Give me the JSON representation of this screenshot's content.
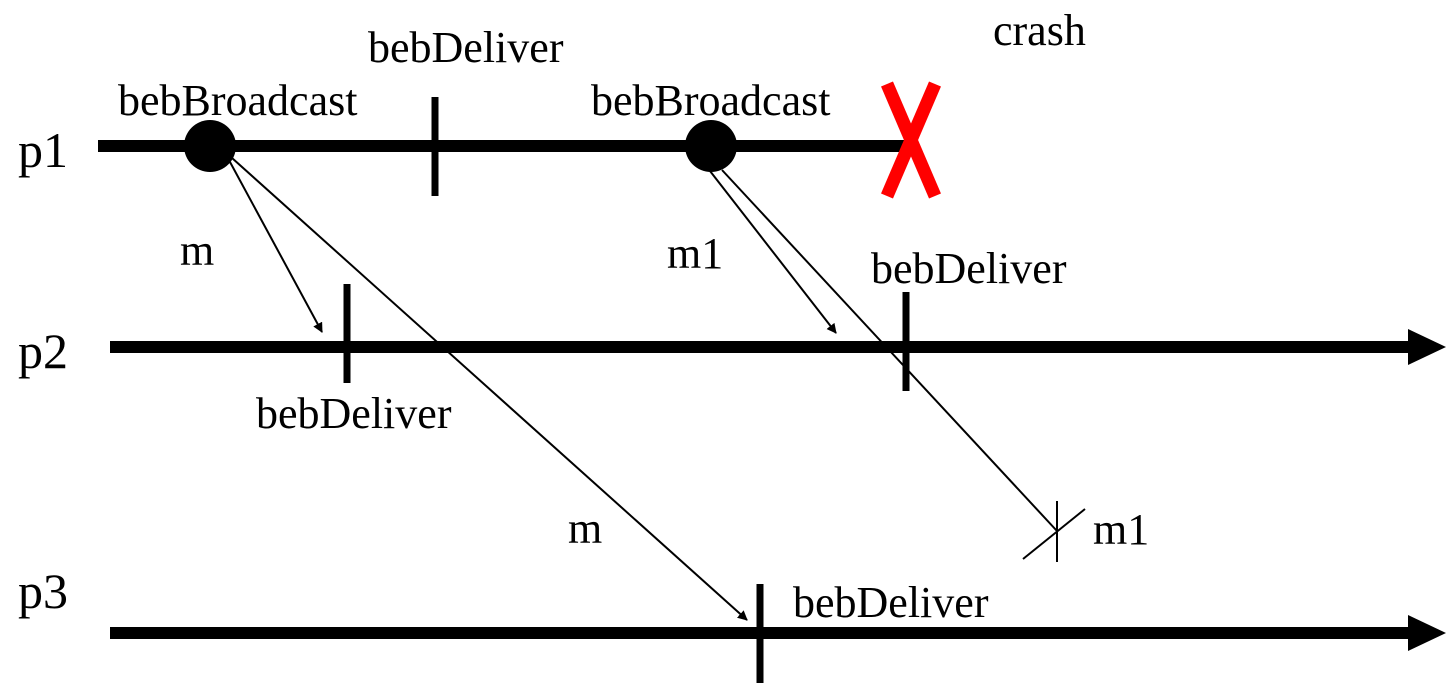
{
  "title": "Best-effort broadcast with sender crash",
  "processes": [
    {
      "id": "p1",
      "label": "p1"
    },
    {
      "id": "p2",
      "label": "p2"
    },
    {
      "id": "p3",
      "label": "p3"
    }
  ],
  "events": {
    "p1_broadcast_1": "bebBroadcast",
    "p1_deliver": "bebDeliver",
    "p1_broadcast_2": "bebBroadcast",
    "crash": "crash",
    "p2_deliver_m": "bebDeliver",
    "p2_deliver_m1": "bebDeliver",
    "p3_deliver_m": "bebDeliver"
  },
  "messages": {
    "m_to_p2": "m",
    "m_to_p3": "m",
    "m1_to_p2": "m1",
    "m1_to_p3_lost": "m1"
  },
  "colors": {
    "ink": "#000000",
    "crash": "#ff0000"
  }
}
